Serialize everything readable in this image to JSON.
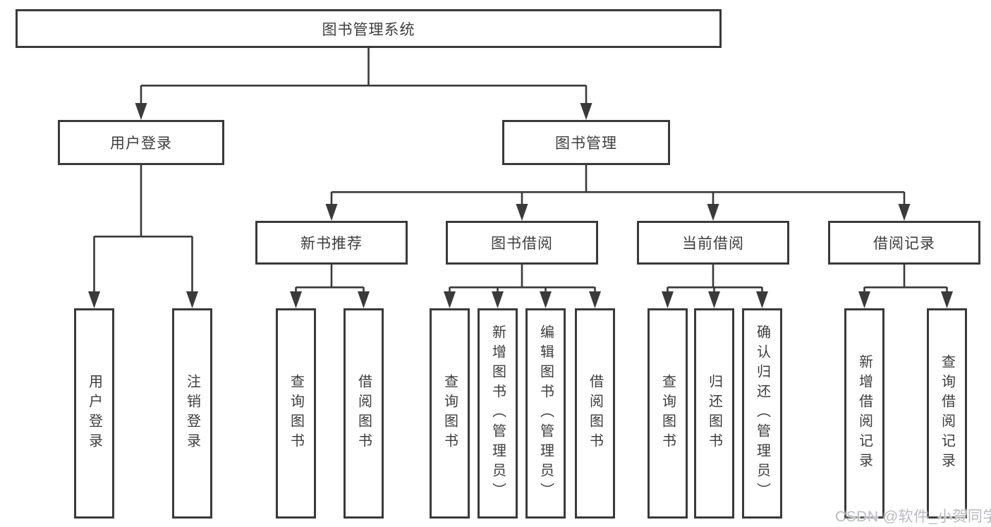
{
  "tree": {
    "root": "图书管理系统",
    "branches": [
      {
        "label": "用户登录",
        "children": [
          {
            "label": "用户登录"
          },
          {
            "label": "注销登录"
          }
        ]
      },
      {
        "label": "图书管理",
        "children": [
          {
            "label": "新书推荐",
            "children": [
              {
                "label": "查询图书"
              },
              {
                "label": "借阅图书"
              }
            ]
          },
          {
            "label": "图书借阅",
            "children": [
              {
                "label": "查询图书"
              },
              {
                "label": "新增图书（管理员）"
              },
              {
                "label": "编辑图书（管理员）"
              },
              {
                "label": "借阅图书"
              }
            ]
          },
          {
            "label": "当前借阅",
            "children": [
              {
                "label": "查询图书"
              },
              {
                "label": "归还图书"
              },
              {
                "label": "确认归还（管理员）"
              }
            ]
          },
          {
            "label": "借阅记录",
            "children": [
              {
                "label": "新增借阅记录"
              },
              {
                "label": "查询借阅记录"
              }
            ]
          }
        ]
      }
    ]
  },
  "watermark": "CSDN @软件_小贺同学",
  "colors": {
    "line": "#3a3a3a",
    "box_border": "#3a3a3a",
    "text": "#3d3d3d",
    "watermark": "#b7bbc0",
    "background": "#ffffff"
  }
}
